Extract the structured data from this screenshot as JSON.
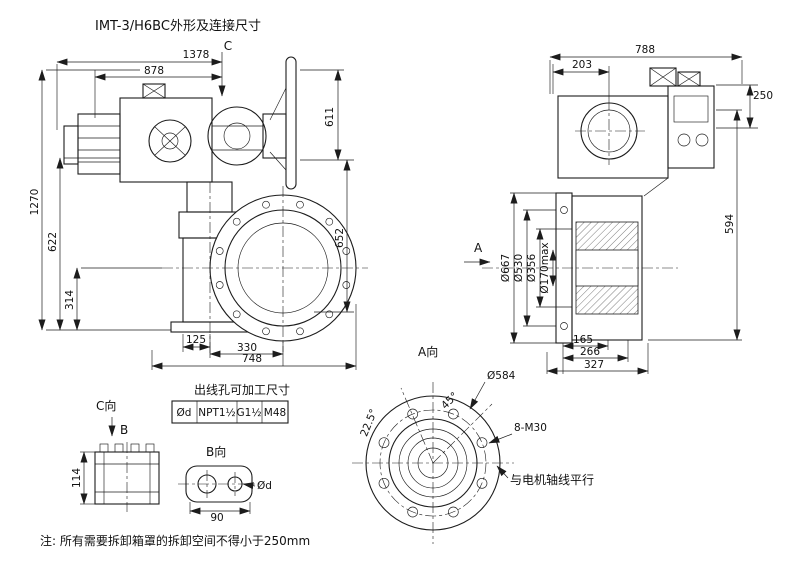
{
  "title": "IMT-3/H6BC外形及连接尺寸",
  "note": "注: 所有需要拆卸箱罩的拆卸空间不得小于250mm",
  "front_view": {
    "dim_1378": "1378",
    "dim_878": "878",
    "label_c": "C",
    "dim_611": "611",
    "dim_652": "652",
    "dim_1270": "1270",
    "dim_622": "622",
    "dim_314": "314",
    "dim_125": "125",
    "dim_330": "330",
    "dim_748": "748"
  },
  "side_view": {
    "dim_788": "788",
    "dim_203": "203",
    "dim_250": "250",
    "dim_594": "594",
    "dim_667": "Ø667",
    "dim_530": "Ø530",
    "dim_356": "Ø356",
    "dim_170": "Ø170max",
    "label_a": "A",
    "dim_165": "165",
    "dim_266": "266",
    "dim_327": "327"
  },
  "view_a": {
    "label": "A向",
    "dim_584": "Ø584",
    "bolt_spec": "8-M30",
    "angle_45": "45°",
    "angle_22_5": "22.5°",
    "parallel_note": "与电机轴线平行"
  },
  "view_c": {
    "label": "C向",
    "label_b": "B",
    "dim_114": "114"
  },
  "view_b": {
    "label": "B向",
    "label_d": "Ød",
    "dim_90": "90"
  },
  "outlet_table": {
    "title": "出线孔可加工尺寸",
    "cells": [
      "Ød",
      "NPT1½",
      "G1½",
      "M48"
    ]
  }
}
